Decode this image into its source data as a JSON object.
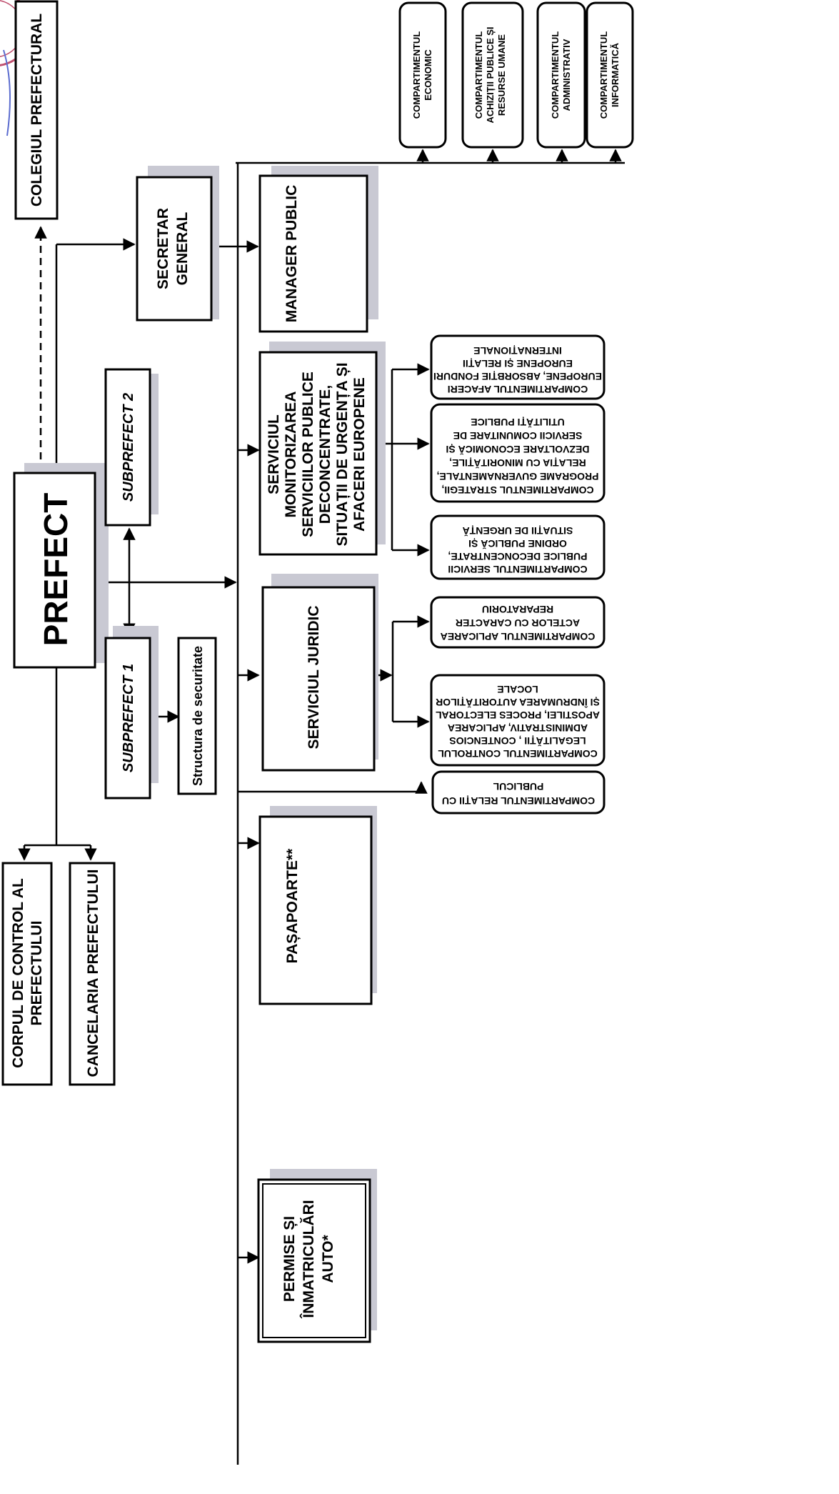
{
  "nodes": {
    "prefect": "PREFECT",
    "colegiul": "COLEGIUL PREFECTURAL",
    "subprefect2": "SUBPREFECT 2",
    "subprefect1": "SUBPREFECT 1",
    "structura": "Structura de securitate",
    "secretar": [
      "SECRETAR",
      "GENERAL"
    ],
    "manager": "MANAGER PUBLIC",
    "serviciul_monitorizare": [
      "SERVICIUL",
      "MONITORIZAREA",
      "SERVICIILOR PUBLICE",
      "DECONCENTRATE,",
      "SITUAȚII DE URGENȚA ȘI",
      "AFACERI EUROPENE"
    ],
    "serviciul_juridic": "SERVICIUL JURIDIC",
    "pasapoarte": "PAȘAPOARTE**",
    "permise": [
      "PERMISE ȘI",
      "ÎNMATRICULĂRI",
      "AUTO*"
    ],
    "corpul": [
      "CORPUL DE CONTROL AL",
      "PREFECTULUI"
    ],
    "cancelaria": "CANCELARIA PREFECTULUI",
    "comp_economic": [
      "COMPARTIMENTUL",
      "ECONOMIC"
    ],
    "comp_achizitii": [
      "COMPARTIMENTUL",
      "ACHIZIȚII PUBLICE ȘI",
      "RESURSE UMANE"
    ],
    "comp_administrativ": [
      "COMPARTIMENTUL",
      "ADMINISTRATIV"
    ],
    "comp_informatica": [
      "COMPARTIMENTUL",
      "INFORMATICĂ"
    ],
    "comp_afaceri": [
      "COMPARTIMENTUL AFACERI",
      "EUROPENE, ABSORBȚIE FONDURI",
      "EUROPENE ȘI RELAȚII",
      "INTERNAȚIONALE"
    ],
    "comp_strategii": [
      "COMPARTIMENTUL STRATEGII,",
      "PROGRAME GUVERNAMENTALE,",
      "RELAȚIA CU MINORITĂȚILE,",
      "DEZVOLTARE ECONOMICĂ ȘI",
      "SERVICII COMUNITARE DE",
      "UTILITĂȚI PUBLICE"
    ],
    "comp_servicii": [
      "COMPARTIMENTUL SERVICII",
      "PUBLICE DECONCENTRATE,",
      "ORDINE PUBLICĂ ȘI",
      "SITUAȚII DE URGENȚĂ"
    ],
    "comp_aplicarea": [
      "COMPARTIMENTUL  APLICAREA",
      "ACTELOR CU CARACTER",
      "REPARATORIU"
    ],
    "comp_controlul": [
      "COMPARTIMENTUL CONTROLUL",
      "LEGALITĂȚII , CONTENCIOS",
      "ADMINISTRATIV, APLICAREA",
      "APOSTILEI, PROCES ELECTORAL",
      "ȘI ÎNDRUMAREA AUTORITĂȚILOR",
      "LOCALE"
    ],
    "comp_relatii": [
      "COMPARTIMENTUL RELAȚII CU",
      "PUBLICUL"
    ]
  }
}
